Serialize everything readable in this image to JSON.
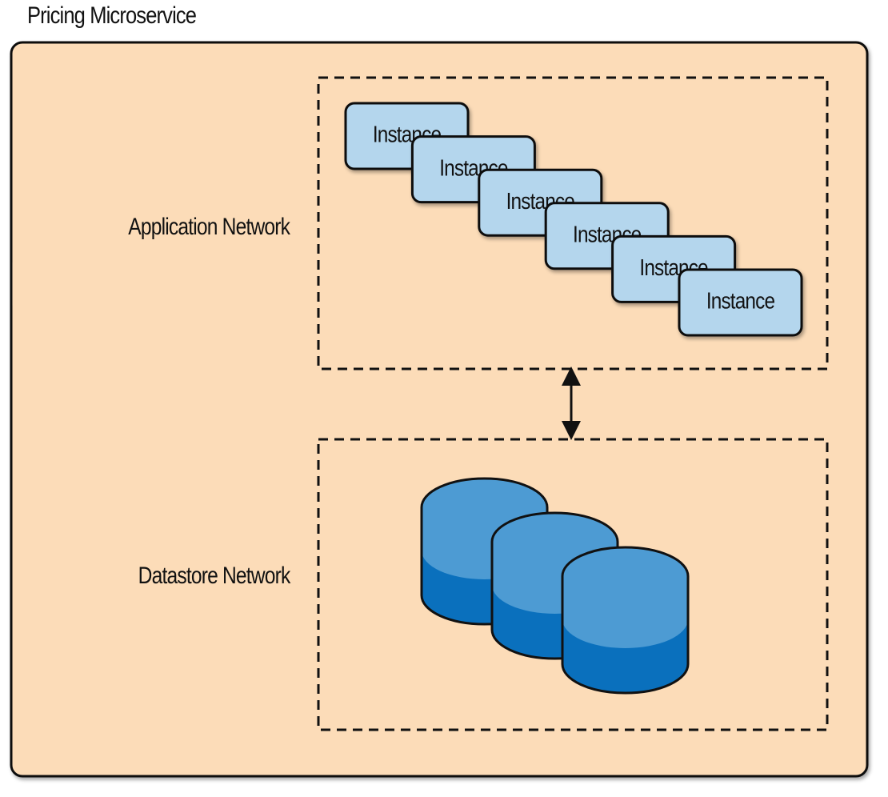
{
  "title": "Pricing Microservice",
  "networks": {
    "application": {
      "label": "Application Network",
      "instances": [
        "Instance",
        "Instance",
        "Instance",
        "Instance",
        "Instance",
        "Instance"
      ]
    },
    "datastore": {
      "label": "Datastore Network",
      "database_count": 3
    }
  },
  "colors": {
    "service_fill": "#fcdcb8",
    "instance_fill": "#b4d6ed",
    "db_top": "#4d9bd3",
    "db_body": "#0a70bd",
    "stroke": "#111111"
  }
}
